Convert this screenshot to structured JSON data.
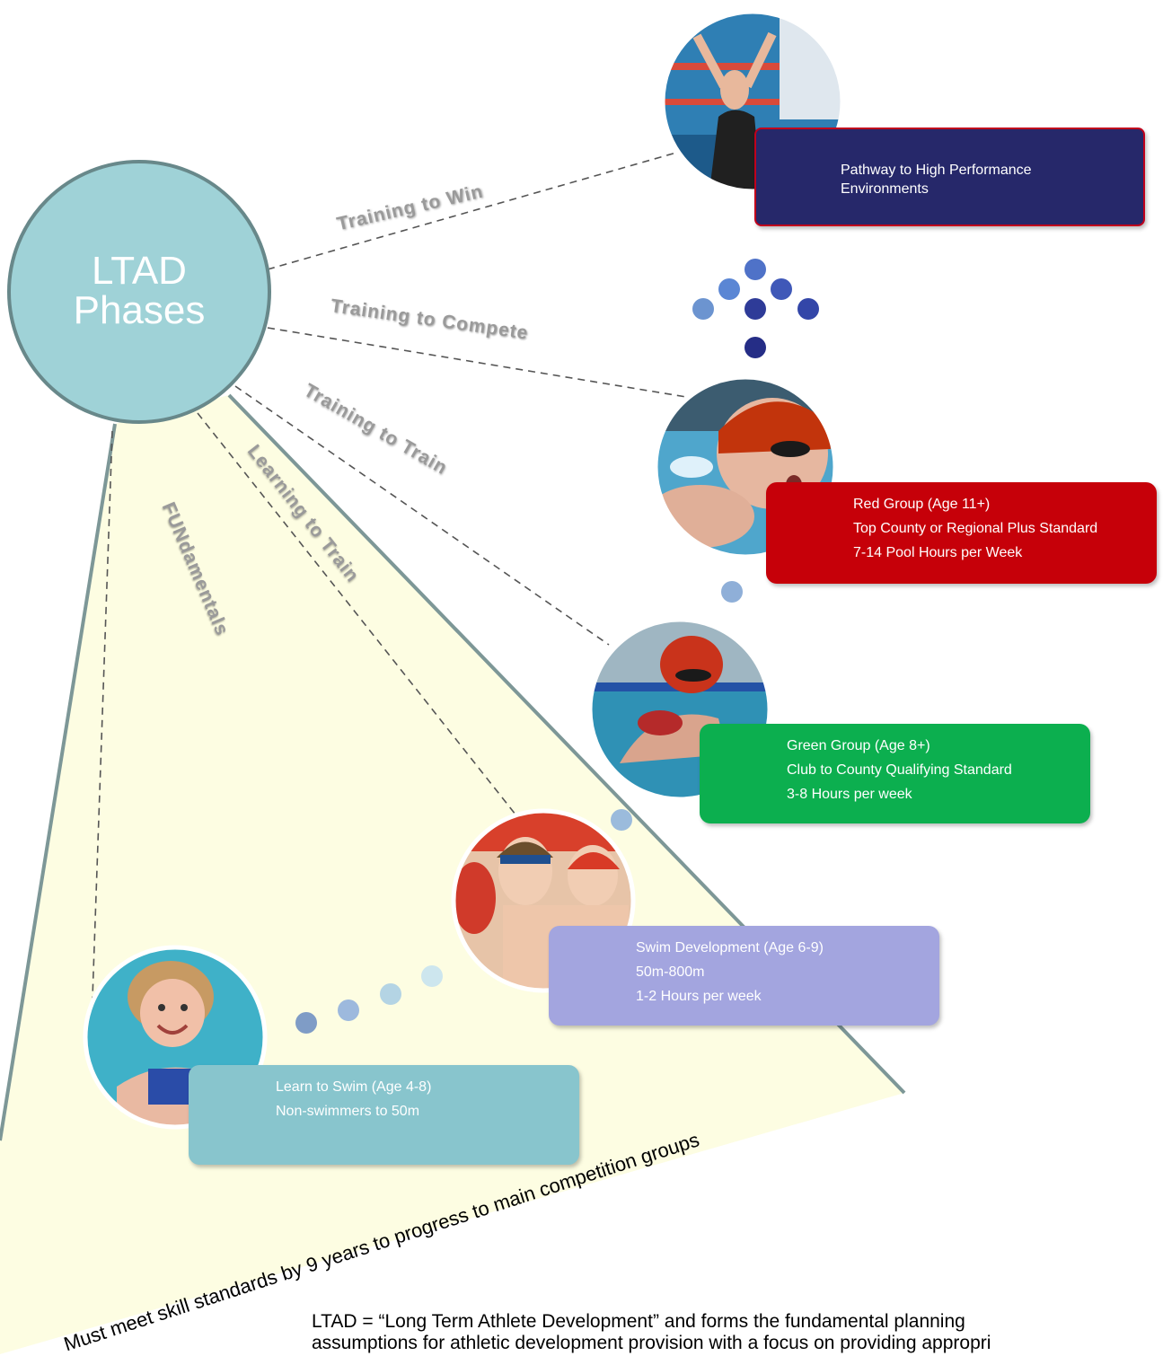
{
  "diagram": {
    "center_label": "LTAD\nPhases",
    "phase_labels": {
      "training_to_win": "Training to Win",
      "training_to_compete": "Training to Compete",
      "training_to_train": "Training to Train",
      "learning_to_train": "Learning to Train",
      "fundamentals": "FUNdamentals"
    },
    "groups": [
      {
        "id": "high-performance",
        "lines": [
          "Pathway to High Performance",
          "Environments"
        ],
        "color": "#26286a"
      },
      {
        "id": "red-group",
        "lines": [
          "Red Group (Age 11+)",
          "Top County or Regional Plus Standard",
          "7-14 Pool Hours per Week"
        ],
        "color": "#c60009"
      },
      {
        "id": "green-group",
        "lines": [
          "Green Group (Age 8+)",
          "Club to  County Qualifying Standard",
          "3-8 Hours per week"
        ],
        "color": "#0caf4f"
      },
      {
        "id": "swim-development",
        "lines": [
          "Swim Development (Age 6-9)",
          "50m-800m",
          "1-2 Hours per week"
        ],
        "color": "#a3a5df"
      },
      {
        "id": "learn-to-swim",
        "lines": [
          "Learn to Swim (Age 4-8)",
          "Non-swimmers to 50m"
        ],
        "color": "#88c5cd"
      }
    ],
    "progress_note": "Must meet skill standards by 9 years to progress to main competition groups",
    "footnote": "LTAD = “Long Term Athlete Development” and forms the fundamental planning",
    "footnote_cont": "assumptions for athletic development provision with a focus on providing appropri"
  }
}
